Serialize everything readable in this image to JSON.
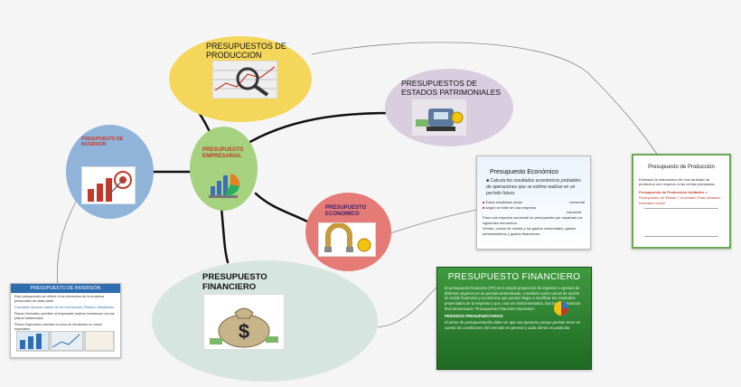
{
  "colors": {
    "production": "#f4d65a",
    "patrimonial": "#d9cde0",
    "inversion": "#8fb3d9",
    "empresarial": "#a6d17f",
    "economico": "#e57b77",
    "financiero": "#d6e5df",
    "red_text": "#c0392b",
    "green_card": "#2f7d2f"
  },
  "nodes": {
    "produccion": {
      "label": "PRESUPUESTOS DE PRODUCCION",
      "icon": "magnifier-chart-icon"
    },
    "patrimoniales": {
      "label": "PRESUPUESTOS DE ESTADOS PATRIMONIALES",
      "icon": "money-machine-icon"
    },
    "inversion": {
      "label": "PRESUPUESTO DE INVERSIÓN",
      "icon": "bar-chart-target-icon"
    },
    "empresarial": {
      "label": "PRESUPUESTO EMPRESARIAL",
      "icon": "pie-chart-icon"
    },
    "economico": {
      "label": "PRESUPUESTO ECONOMICO",
      "icon": "magnet-coin-icon"
    },
    "financiero": {
      "label": "PRESUPUESTO FINANCIERO",
      "icon": "money-bag-icon"
    }
  },
  "card_produccion": {
    "title": "Presupuesto de Producción",
    "body": "Estimado la elaboración de una variedad de productos con respecto a las ventas planeadas.",
    "formula_title": "Presupuesto de Producción Unidades =",
    "formula": "Presupuesto de Ventas + Inventario Final deseado - Inventario inicial"
  },
  "card_economico": {
    "title": "Presupuesto Económico",
    "bullet": "Calcula los resultados económicos probables de operaciones que se estima realizar en un período futuro.",
    "items": [
      "Estos resultados serán",
      "según se trate de una empresa"
    ],
    "side": [
      "comercial",
      "industrial"
    ],
    "para1": "Para una empresa comercial se presupuesta por separado los siguientes elementos:",
    "para2": "Ventas, costos de ventas y los gastos comerciales, gastos administrativos y gastos financieros."
  },
  "card_financiero": {
    "title": "PRESUPUESTO FINANCIERO",
    "body": "El presupuesto financiero (PF) es la simple proyección de ingresos o egresos de distintos orígenes en un período determinado, o también como curvas de acción de índole financiera y económica que pueden llegar a modificar los resultados proyectados de la empresa y que, una vez instrumentados, dan lugar al producto final denominado \"Presupuesto Financiero Operativo\".",
    "subtitle": "PERIODOS PRESUPUESTARIOS",
    "body2": "El pérez de presupuestación debe ser que sea oportuno porque permite tener en cuenta las condiciones del mercado en general y cada cliente en particular."
  },
  "card_inversion": {
    "title": "PRESUPUESTO DE INVERSIÓN",
    "body": "Este presupuesto se refiere a los elementos de la empresa personales de cada clase.",
    "sub": "Calculado durante cuanto de los inversiones: Planteo, Ampliación",
    "bullets": [
      "Planes Normales: permiten al empresario realizar inversiones con los plazos establecidos.",
      "Planes Especiales: permiten la toma de decisiones en casos especiales."
    ]
  }
}
